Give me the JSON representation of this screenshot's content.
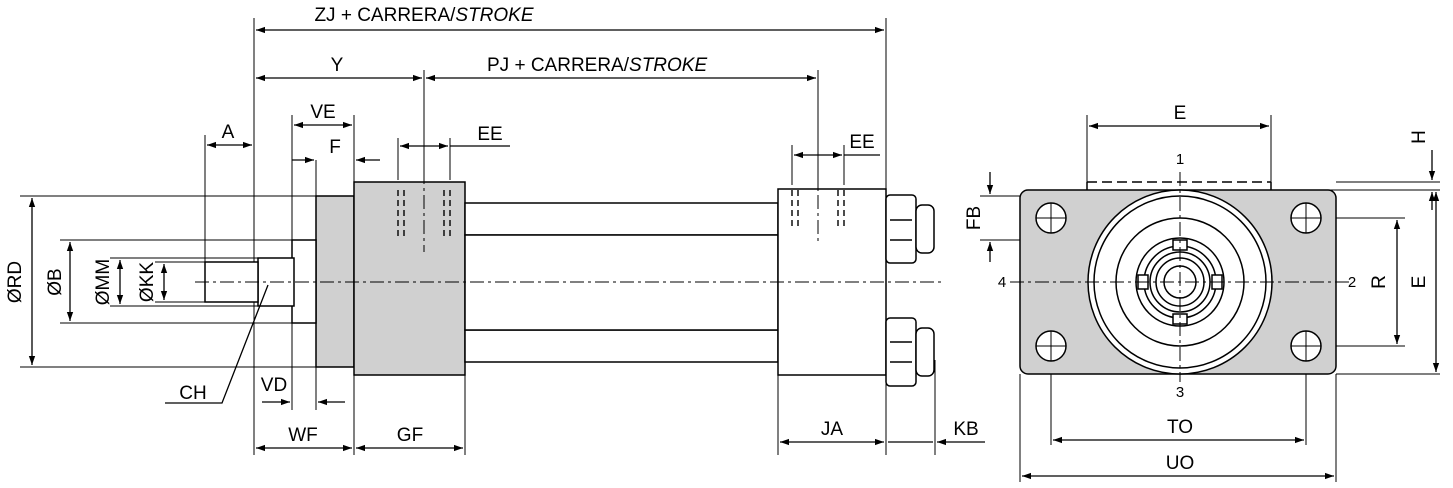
{
  "side_view": {
    "zj_base": "ZJ  +  CARRERA/",
    "zj_stroke": "STROKE",
    "pj_base": "PJ  + CARRERA/",
    "pj_stroke": "STROKE",
    "y": "Y",
    "a": "A",
    "ve": "VE",
    "f": "F",
    "ee_left": "EE",
    "ee_right": "EE",
    "rd": "ØRD",
    "b": "ØB",
    "mm": "ØMM",
    "kk": "ØKK",
    "ch": "CH",
    "vd": "VD",
    "wf": "WF",
    "gf": "GF",
    "ja": "JA",
    "kb": "KB"
  },
  "end_view": {
    "e_top": "E",
    "h": "H",
    "fb": "FB",
    "r": "R",
    "e_right": "E",
    "to": "TO",
    "uo": "UO",
    "pos1": "1",
    "pos2": "2",
    "pos3": "3",
    "pos4": "4"
  },
  "colors": {
    "body_fill": "#d0d0d0",
    "line": "#000000",
    "background": "#ffffff"
  }
}
